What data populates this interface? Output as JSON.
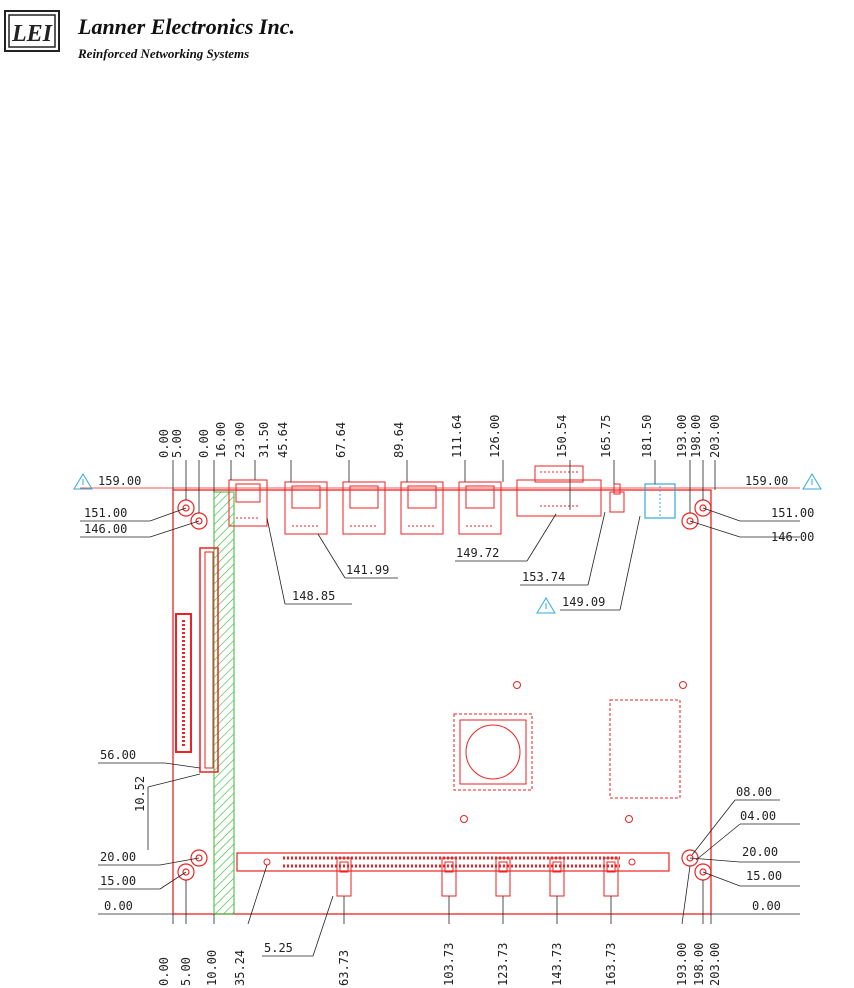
{
  "header": {
    "logo_letters": "LEI",
    "company": "Lanner Electronics Inc.",
    "tagline": "Reinforced Networking Systems"
  },
  "colors": {
    "board": "#ee2222",
    "dim_line": "#222222",
    "hatch": "#33bb33",
    "warning": "#33aadd",
    "usb": "#33aadd"
  },
  "dimensions": {
    "top_x": [
      "0.00",
      "5.00",
      "0.00",
      "16.00",
      "23.00",
      "31.50",
      "45.64",
      "67.64",
      "89.64",
      "111.64",
      "126.00",
      "150.54",
      "165.75",
      "181.50",
      "193.00",
      "198.00",
      "203.00"
    ],
    "bottom_x": [
      "0.00",
      "5.00",
      "10.00",
      "35.24",
      "63.73",
      "103.73",
      "123.73",
      "143.73",
      "163.73",
      "193.00",
      "198.00",
      "203.00"
    ],
    "bottom_small": "5.25",
    "left_y": [
      "159.00",
      "151.00",
      "146.00",
      "56.00",
      "20.00",
      "15.00",
      "0.00"
    ],
    "left_rot": "10.52",
    "right_y": [
      "159.00",
      "151.00",
      "146.00",
      "08.00",
      "04.00",
      "20.00",
      "15.00",
      "0.00"
    ],
    "callouts": [
      "148.85",
      "141.99",
      "149.72",
      "153.74",
      "149.09"
    ]
  }
}
